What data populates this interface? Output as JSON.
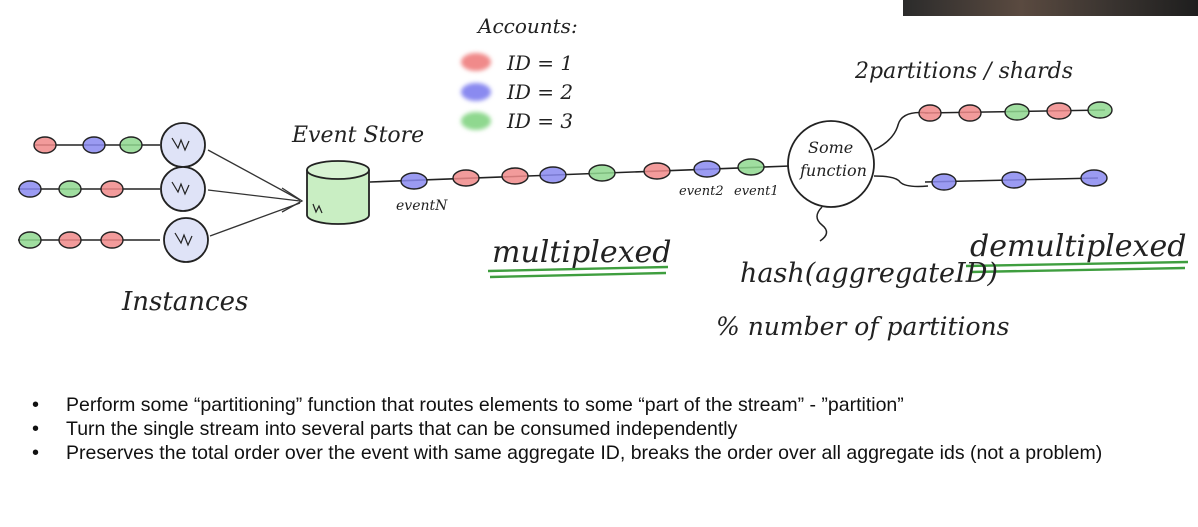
{
  "legend": {
    "title": "Accounts:",
    "items": [
      {
        "label": "ID = 1",
        "color": "#f08a8a"
      },
      {
        "label": "ID = 2",
        "color": "#8a8af0"
      },
      {
        "label": "ID = 3",
        "color": "#8fd88f"
      }
    ]
  },
  "instances_label": "Instances",
  "event_store_label": "Event Store",
  "event_labels": {
    "first": "eventN",
    "second_last": "event2",
    "last": "event1"
  },
  "function_label_line1": "Some",
  "function_label_line2": "function",
  "partitions_label": "2partitions / shards",
  "multiplexed_label": "multiplexed",
  "demultiplexed_label": "demultiplexed",
  "hash_line1": "hash(aggregateID)",
  "hash_line2": "% number of partitions",
  "bullets": [
    "Perform some “partitioning”  function that routes elements to some “part of the stream” - ”partition”",
    "Turn the single stream into several parts that can be consumed independently",
    "Preserves the total order over the event with same aggregate ID, breaks the order over all aggregate ids (not a problem)"
  ],
  "colors": {
    "red": "#f08a8a",
    "blue": "#8a8af0",
    "green": "#8fd88f",
    "underline": "#3f9e3f",
    "ink": "#222222",
    "cylinder": "#c9eec3"
  }
}
